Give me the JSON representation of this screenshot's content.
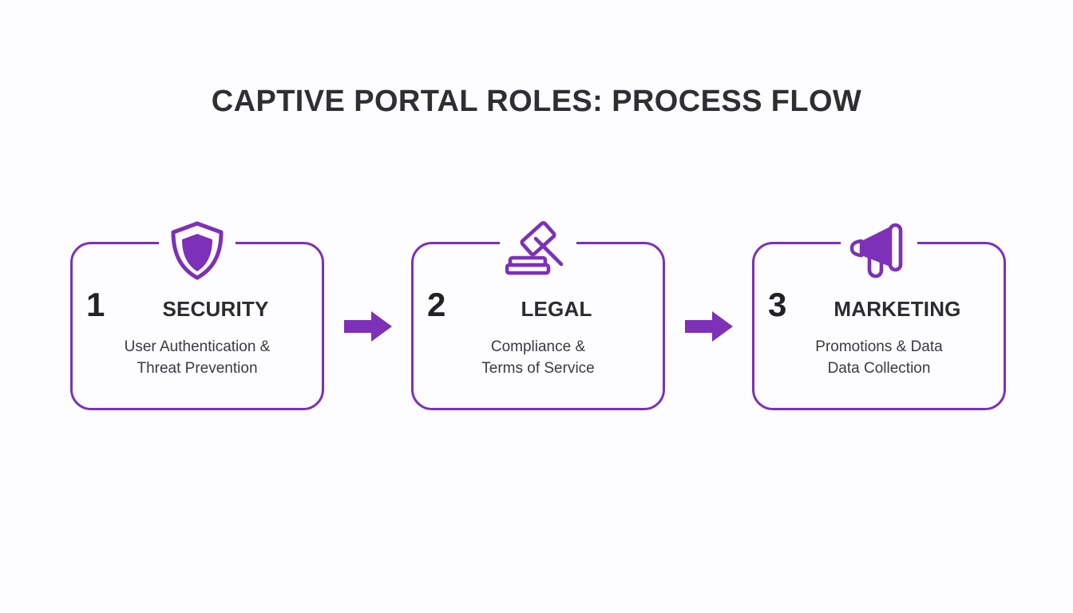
{
  "title": "CAPTIVE PORTAL ROLES: PROCESS FLOW",
  "theme": {
    "accent": "#7d30b8",
    "title_color": "#2e2e33",
    "text_color": "#3a3a40",
    "background": "#fdfcfe"
  },
  "steps": [
    {
      "number": "1",
      "label": "SECURITY",
      "icon": "shield-icon",
      "desc_line1": "User Authentication &",
      "desc_line2": "Threat Prevention"
    },
    {
      "number": "2",
      "label": "LEGAL",
      "icon": "gavel-icon",
      "desc_line1": "Compliance &",
      "desc_line2": "Terms of Service"
    },
    {
      "number": "3",
      "label": "MARKETING",
      "icon": "megaphone-icon",
      "desc_line1": "Promotions & Data",
      "desc_line2": "Data Collection"
    }
  ],
  "connectors": [
    {
      "name": "arrow-1-to-2"
    },
    {
      "name": "arrow-2-to-3"
    }
  ]
}
